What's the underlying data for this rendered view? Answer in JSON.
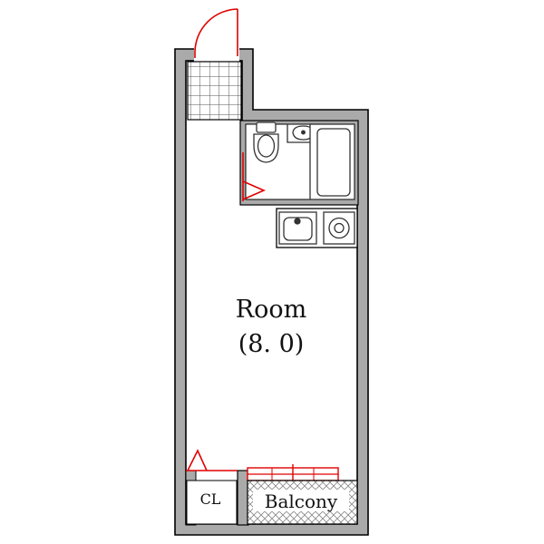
{
  "floorplan": {
    "room_name": "Room",
    "room_size": "(8. 0)",
    "closet_label": "CL",
    "balcony_label": "Balcony"
  },
  "colors": {
    "wall_fill": "#aaaaaa",
    "wall_outline": "#000000",
    "door_red": "#e00000",
    "fixture": "#333333",
    "background": "#ffffff"
  }
}
